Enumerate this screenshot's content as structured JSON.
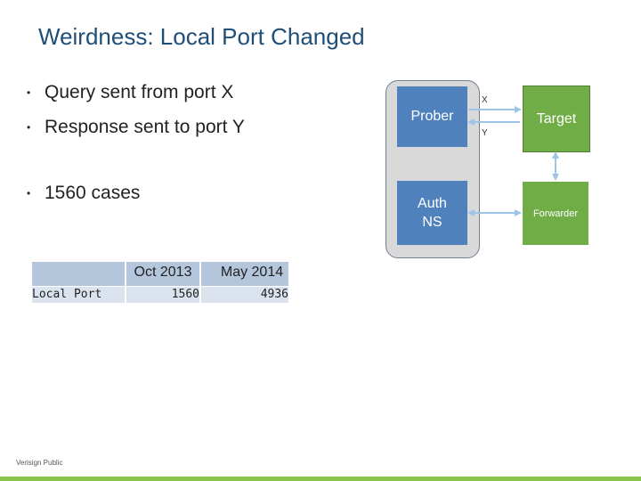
{
  "slide": {
    "title": "Weirdness: Local Port Changed"
  },
  "bullets": [
    "Query sent from port X",
    "Response sent to port Y",
    "1560 cases"
  ],
  "bullet_glyph": "•",
  "table": {
    "headers": [
      "Oct 2013",
      "May 2014"
    ],
    "row_label": "Local Port",
    "values": [
      "1560",
      "4936"
    ]
  },
  "diagram": {
    "prober": "Prober",
    "auth_ns_line1": "Auth",
    "auth_ns_line2": "NS",
    "target": "Target",
    "forwarder": "Forwarder",
    "label_x": "X",
    "label_y": "Y"
  },
  "footer": {
    "text": "Verisign Public"
  },
  "colors": {
    "blue_box": "#4f81bd",
    "green_box": "#70ad47",
    "accent_green": "#8bc34a",
    "arrow": "#9dc3e6"
  }
}
